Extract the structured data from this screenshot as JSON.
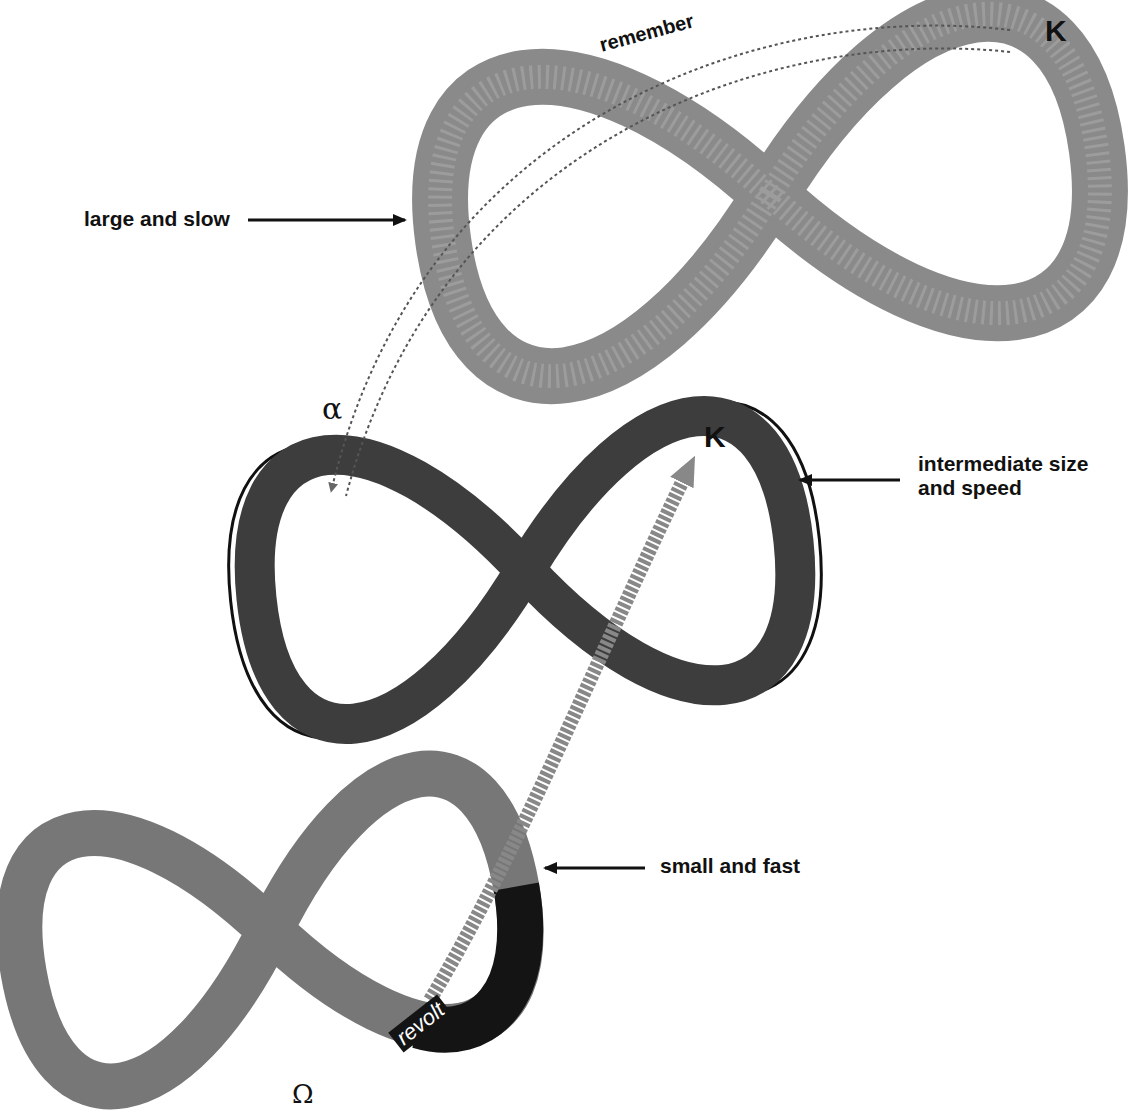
{
  "diagram": {
    "labels": [
      "remember",
      "K",
      "large and slow",
      "α",
      "K",
      "intermediate size and speed",
      "revolt",
      "small and fast",
      "Ω"
    ]
  }
}
